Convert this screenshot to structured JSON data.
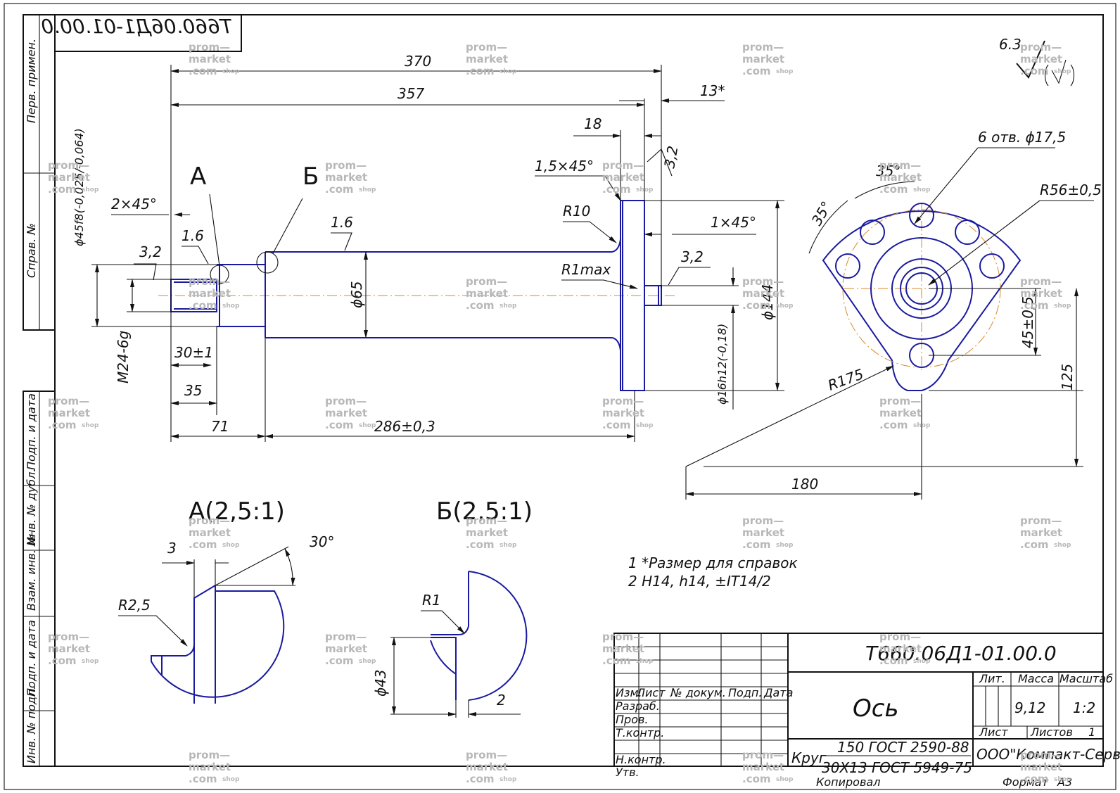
{
  "drawing": {
    "number": "Т660.06Д1-01.00.0",
    "number_mirrored": "Т660.06Д1-01.00.0",
    "part_name": "Ось",
    "roughness_general": "6.3",
    "colors": {
      "outline": "#1a1aa0",
      "dimension": "#111111",
      "centerline": "#d98a2a"
    }
  },
  "side_panel": {
    "labels": [
      "Перв. примен.",
      "Справ. №",
      "Подп. и дата",
      "Инв. № дубл.",
      "Взам. инв. №",
      "Подп. и дата",
      "Инв. № подл."
    ]
  },
  "dimensions": {
    "d370": "370",
    "d357": "357",
    "d13": "13*",
    "d18": "18",
    "d32a": "3,2",
    "c15": "1,5×45°",
    "r10": "R10",
    "r1max": "R1max",
    "c1": "1×45°",
    "d32b": "3,2",
    "d144": "ϕ144",
    "d16": "ϕ16h12(-0,18)",
    "d45": "ϕ45f8(-0,025/-0,064)",
    "c2": "2×45°",
    "d16a": "1.6",
    "d32c": "3,2",
    "m24": "M24-6g",
    "d30": "30±1",
    "d35": "35",
    "d71": "71",
    "d286": "286±0,3",
    "d65": "ϕ65",
    "d16b": "1.6",
    "view_a": "А",
    "view_b": "Б"
  },
  "flange_view": {
    "holes": "6 отв. ϕ17,5",
    "r56": "R56±0,5",
    "a35a": "35°",
    "a35b": "35°",
    "r175": "R175",
    "d45": "45±0,5",
    "d125": "125",
    "d180": "180"
  },
  "detail_a": {
    "title": "А(2,5:1)",
    "d3": "3",
    "a30": "30°",
    "r25": "R2,5"
  },
  "detail_b": {
    "title": "Б(2,5:1)",
    "r1": "R1",
    "d43": "ϕ43",
    "d2": "2"
  },
  "notes": [
    "1  *Размер для справок",
    "2  H14, h14, ±IT14/2"
  ],
  "title_block": {
    "number": "Т660.06Д1-01.00.0",
    "name": "Ось",
    "col_headers": [
      "Изм.",
      "Лист",
      "№ докум.",
      "Подп.",
      "Дата"
    ],
    "rows": [
      "Разраб.",
      "Пров.",
      "Т.контр.",
      "",
      "Н.контр.",
      "Утв."
    ],
    "lit": "Лит.",
    "mass_label": "Масса",
    "scale_label": "Масштаб",
    "mass": "9,12",
    "scale": "1:2",
    "sheet_label": "Лист",
    "sheets_label": "Листов",
    "sheets": "1",
    "material_prefix": "Круг",
    "material_top": "150 ГОСТ 2590-88",
    "material_bottom": "30Х13 ГОСТ 5949-75",
    "company": "ООО\"Компакт-Сервис\"",
    "copied": "Копировал",
    "format_label": "Формат",
    "format": "А3"
  },
  "watermark": {
    "line1": "prom—",
    "line2": "market",
    "line3": ".com",
    "shop": "shop"
  }
}
